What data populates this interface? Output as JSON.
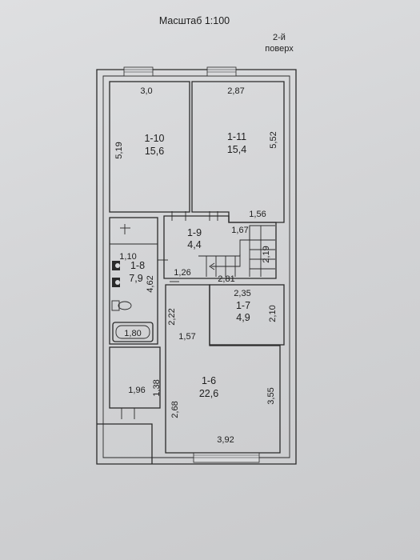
{
  "header": {
    "scale": "Масштаб 1:100",
    "floor_line1": "2-й",
    "floor_line2": "поверх"
  },
  "rooms": [
    {
      "id": "1-10",
      "area": "15,6"
    },
    {
      "id": "1-11",
      "area": "15,4"
    },
    {
      "id": "1-9",
      "area": "4,4"
    },
    {
      "id": "1-8",
      "area": "7,9"
    },
    {
      "id": "1-7",
      "area": "4,9"
    },
    {
      "id": "1-6",
      "area": "22,6"
    }
  ],
  "dimensions": {
    "r110_width": "3,0",
    "r110_height": "5,19",
    "r111_width": "2,87",
    "r111_height": "5,52",
    "r111_ext": "1,56",
    "r19_width": "1,26",
    "stair_a": "1,67",
    "stair_b": "2,19",
    "stair_c": "2,81",
    "r18_width": "1,10",
    "r18_height": "4,62",
    "bath": "1,80",
    "r17_width": "2,35",
    "r17_height": "2,10",
    "hall_width": "1,57",
    "hall_height": "2,22",
    "side_width": "1,96",
    "side_height": "1,38",
    "r16_left": "2,68",
    "r16_right": "3,55",
    "r16_bottom": "3,92"
  }
}
